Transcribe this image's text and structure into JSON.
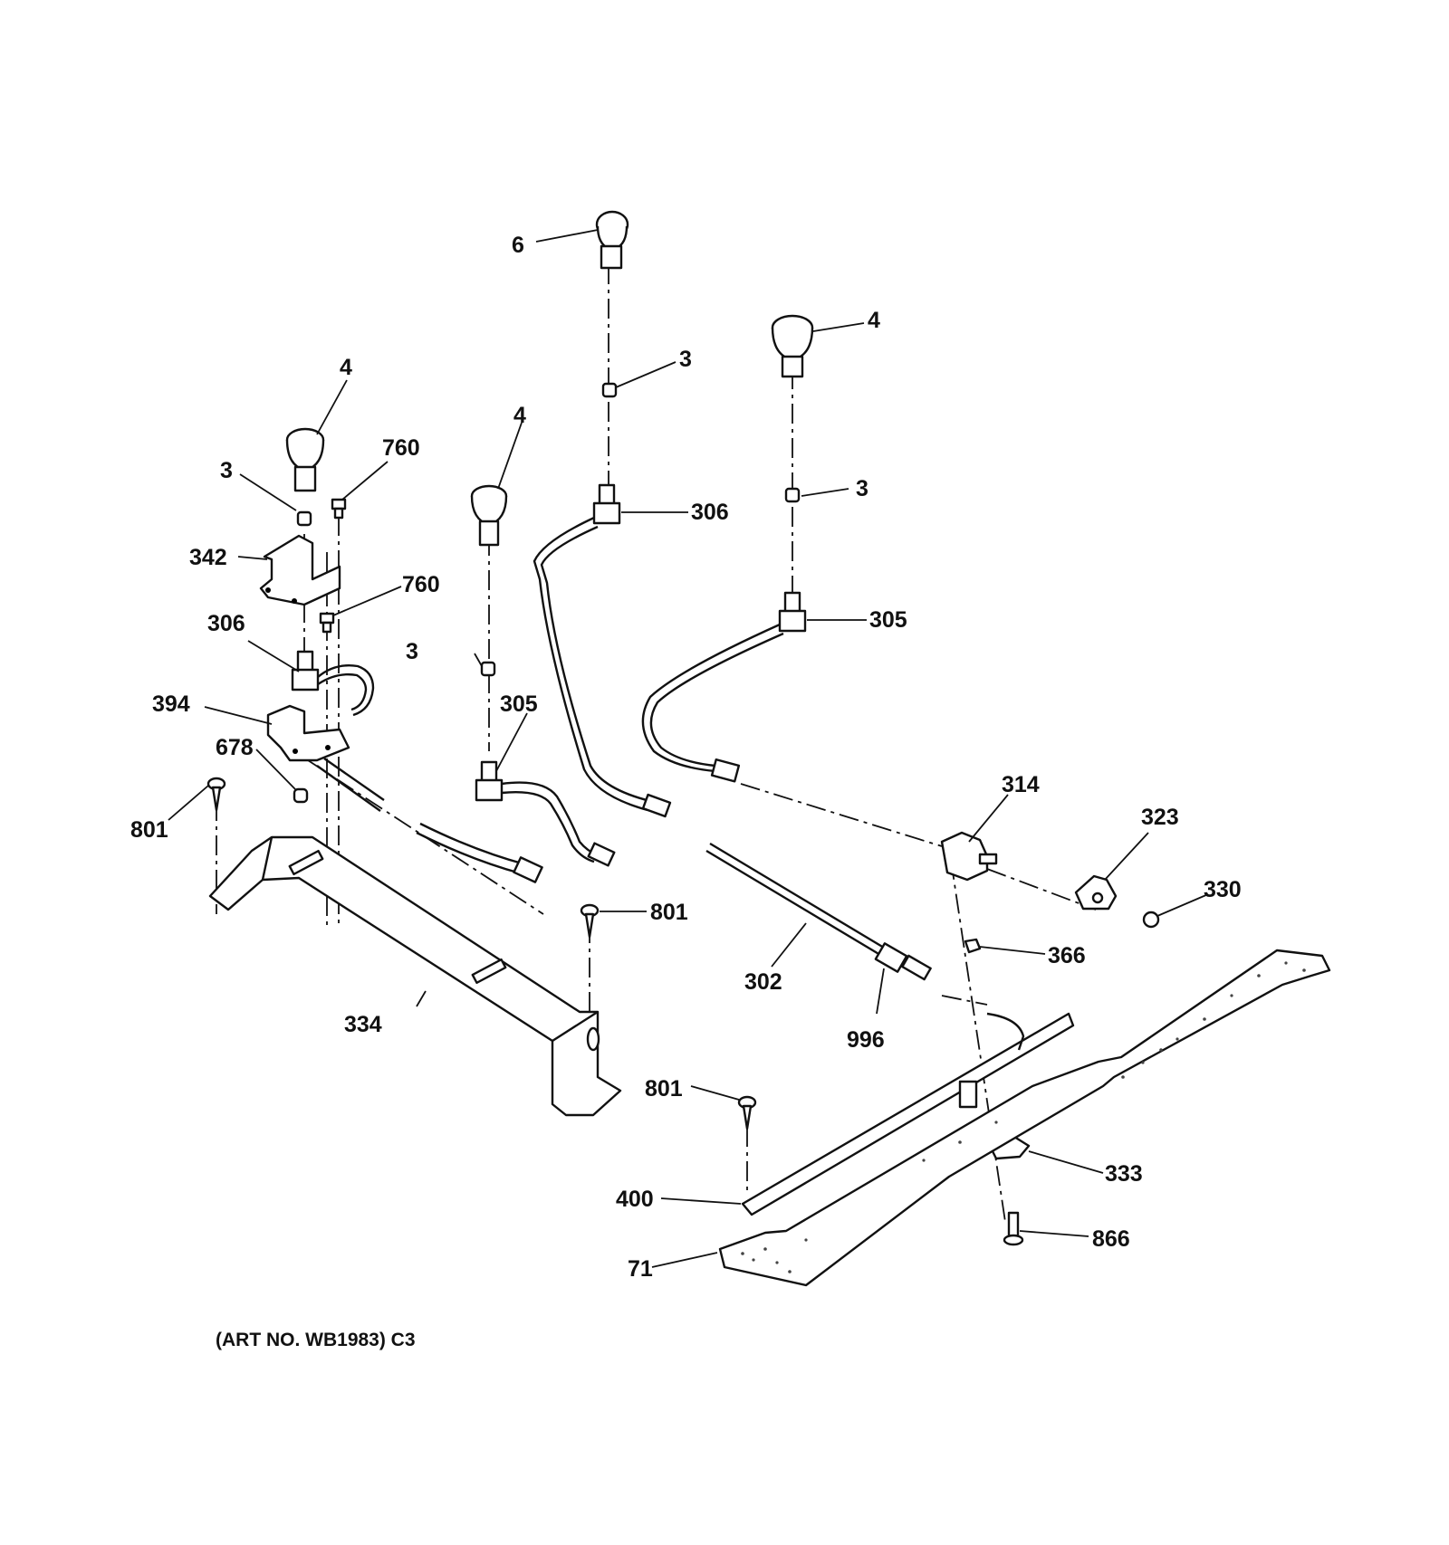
{
  "caption": "(ART NO. WB1983) C3",
  "callouts": [
    {
      "id": "c6",
      "text": "6"
    },
    {
      "id": "c3a",
      "text": "3"
    },
    {
      "id": "c4a",
      "text": "4"
    },
    {
      "id": "c4b",
      "text": "4"
    },
    {
      "id": "c4c",
      "text": "4"
    },
    {
      "id": "c3b",
      "text": "3"
    },
    {
      "id": "c3c",
      "text": "3"
    },
    {
      "id": "c3d",
      "text": "3"
    },
    {
      "id": "c760a",
      "text": "760"
    },
    {
      "id": "c760b",
      "text": "760"
    },
    {
      "id": "c342",
      "text": "342"
    },
    {
      "id": "c306a",
      "text": "306"
    },
    {
      "id": "c306b",
      "text": "306"
    },
    {
      "id": "c305a",
      "text": "305"
    },
    {
      "id": "c305b",
      "text": "305"
    },
    {
      "id": "c394",
      "text": "394"
    },
    {
      "id": "c678",
      "text": "678"
    },
    {
      "id": "c801a",
      "text": "801"
    },
    {
      "id": "c801b",
      "text": "801"
    },
    {
      "id": "c801c",
      "text": "801"
    },
    {
      "id": "c334",
      "text": "334"
    },
    {
      "id": "c314",
      "text": "314"
    },
    {
      "id": "c323",
      "text": "323"
    },
    {
      "id": "c330",
      "text": "330"
    },
    {
      "id": "c366",
      "text": "366"
    },
    {
      "id": "c302",
      "text": "302"
    },
    {
      "id": "c996",
      "text": "996"
    },
    {
      "id": "c333",
      "text": "333"
    },
    {
      "id": "c400",
      "text": "400"
    },
    {
      "id": "c866",
      "text": "866"
    },
    {
      "id": "c71",
      "text": "71"
    }
  ]
}
